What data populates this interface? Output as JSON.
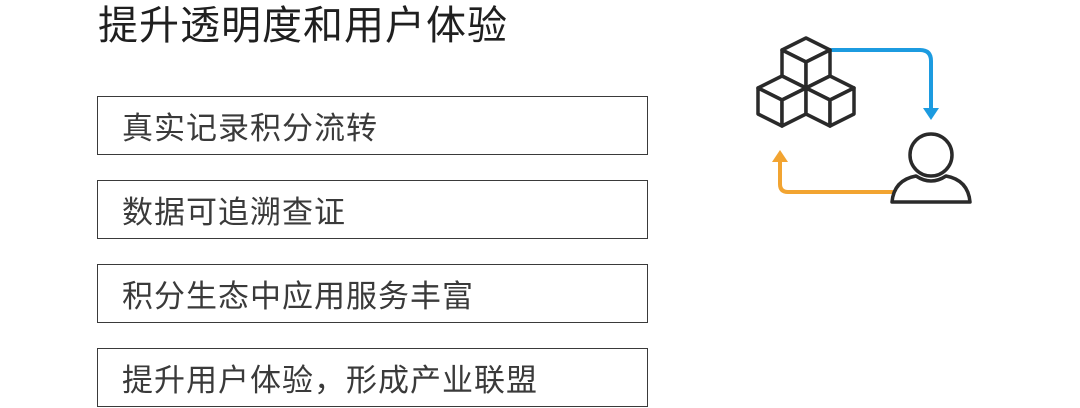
{
  "title": "提升透明度和用户体验",
  "items": [
    {
      "label": "真实记录积分流转"
    },
    {
      "label": "数据可追溯查证"
    },
    {
      "label": "积分生态中应用服务丰富"
    },
    {
      "label": "提升用户体验，形成产业联盟"
    }
  ],
  "illustration": {
    "icons": [
      "blockchain-cubes-icon",
      "user-icon",
      "arrow-down-icon",
      "arrow-up-icon"
    ],
    "colors": {
      "outline": "#2a2a2a",
      "arrow_blue": "#1c9be0",
      "arrow_orange": "#f2a431"
    }
  }
}
